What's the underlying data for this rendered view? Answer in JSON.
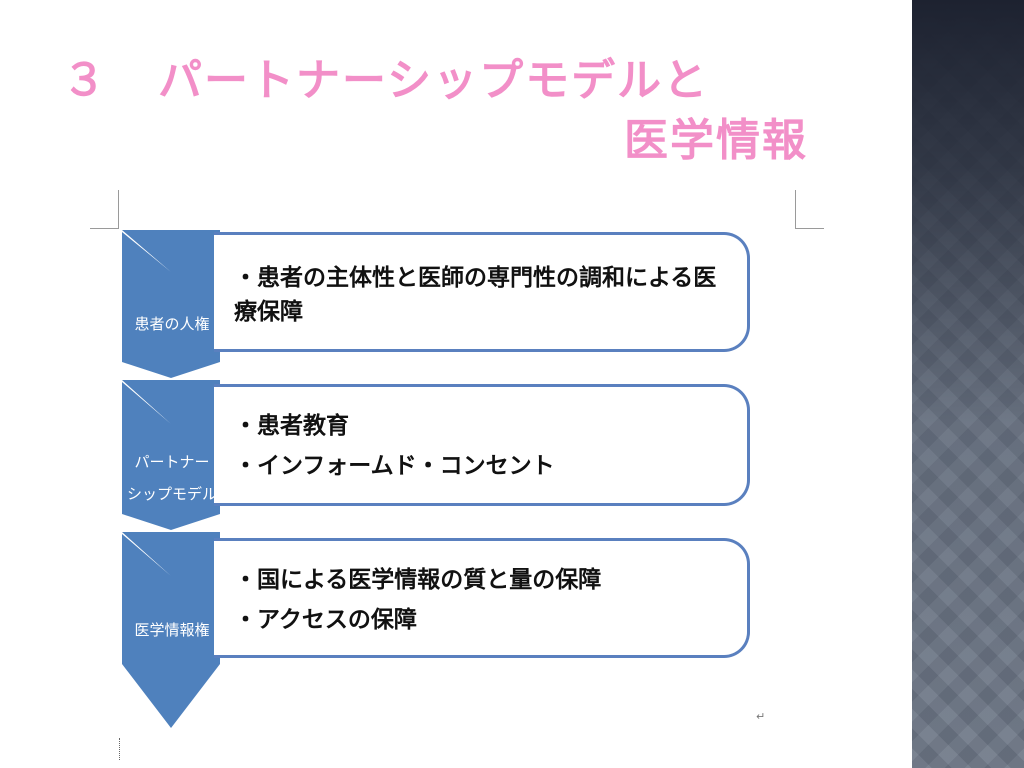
{
  "title": {
    "number": "３",
    "line1": "パートナーシップモデルと",
    "line2": "医学情報"
  },
  "diagram": {
    "rows": [
      {
        "label_lines": [
          "患者の人権"
        ],
        "bullets": [
          "・患者の主体性と医師の専門性の調和による医療保障"
        ]
      },
      {
        "label_lines": [
          "パートナー",
          "シップモデル"
        ],
        "bullets": [
          "・患者教育",
          "・インフォームド・コンセント"
        ]
      },
      {
        "label_lines": [
          "医学情報権"
        ],
        "bullets": [
          "・国による医学情報の質と量の保障",
          "・アクセスの保障"
        ]
      }
    ]
  },
  "colors": {
    "title": "#f28fc8",
    "chevron": "#4f81bd",
    "box_border": "#5a80bf"
  },
  "document": {
    "paragraph_mark": "↵"
  }
}
